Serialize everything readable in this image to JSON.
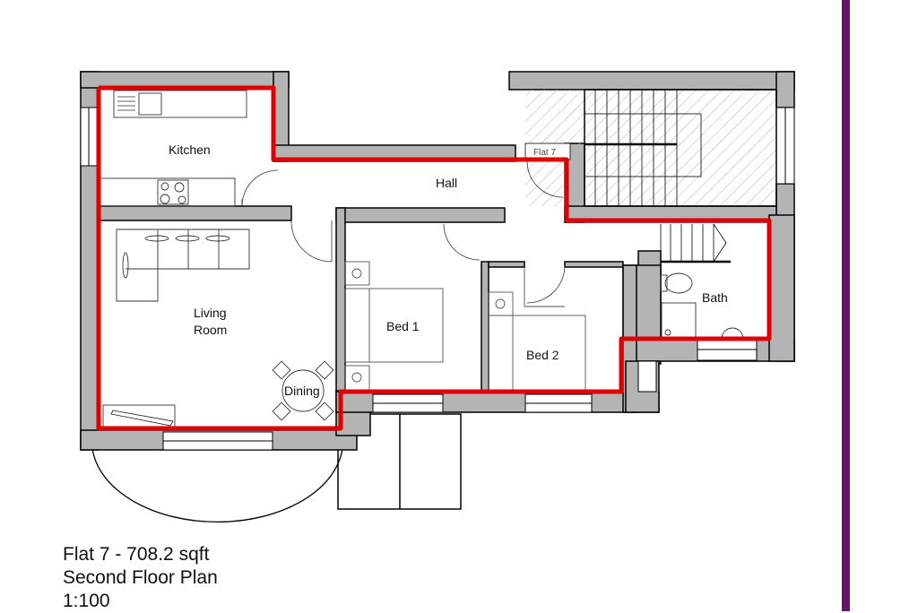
{
  "plan": {
    "rooms": [
      {
        "id": "kitchen",
        "label": "Kitchen"
      },
      {
        "id": "hall",
        "label": "Hall"
      },
      {
        "id": "living",
        "label_line1": "Living",
        "label_line2": "Room"
      },
      {
        "id": "dining",
        "label": "Dining"
      },
      {
        "id": "bed1",
        "label": "Bed 1"
      },
      {
        "id": "bed2",
        "label": "Bed 2"
      },
      {
        "id": "bath",
        "label": "Bath"
      }
    ],
    "door_tag": "Flat 7",
    "colors": {
      "wall_fill": "#b4b4b4",
      "outline": "#e00000",
      "stair_hatch": "#c8a0d0",
      "side_bar": "#6b0f6b"
    }
  },
  "caption": {
    "title": "Flat 7 - 708.2 sqft",
    "subtitle": "Second Floor Plan",
    "scale": "1:100"
  }
}
